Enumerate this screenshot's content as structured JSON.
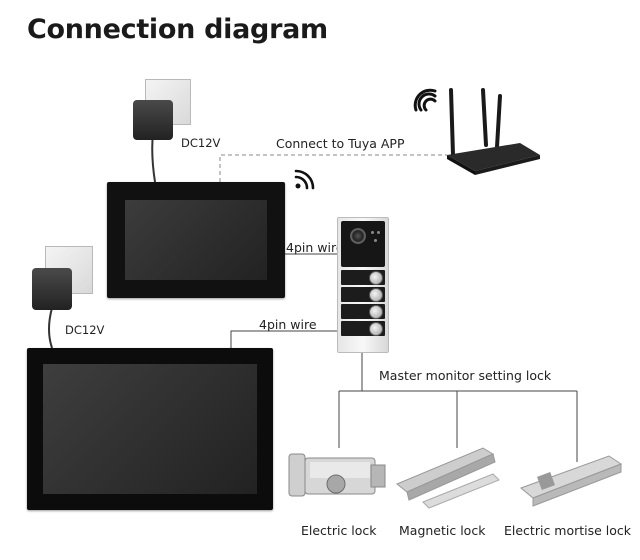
{
  "title": "Connection diagram",
  "labels": {
    "dc_top": "DC12V",
    "dc_bottom": "DC12V",
    "tuya": "Connect to Tuya APP",
    "wire_top": "4pin wire",
    "wire_bottom": "4pin wire",
    "master_lock": "Master monitor setting lock",
    "electric_lock": "Electric lock",
    "magnetic_lock": "Magnetic lock",
    "mortise_lock": "Electric mortise lock"
  },
  "icons": [
    "wifi-icon",
    "router-icon",
    "power-adapter-icon",
    "monitor-icon",
    "door-station-icon",
    "lock-icon"
  ],
  "colors": {
    "line": "#444444",
    "dashed": "#888888"
  }
}
